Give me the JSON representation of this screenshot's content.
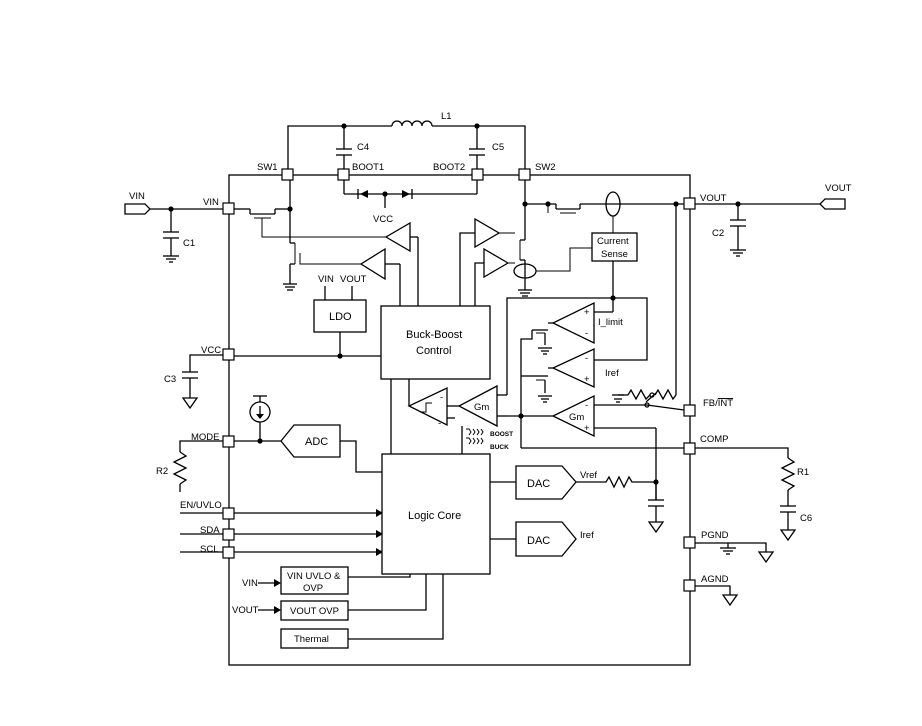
{
  "labels": {
    "vin_ext": "VIN",
    "vout_ext": "VOUT",
    "pin_vin": "VIN",
    "pin_vcc": "VCC",
    "pin_mode": "MODE",
    "pin_en": "EN/UVLO",
    "pin_sda": "SDA",
    "pin_scl": "SCL",
    "pin_sw1": "SW1",
    "pin_boot1": "BOOT1",
    "pin_boot2": "BOOT2",
    "pin_sw2": "SW2",
    "pin_vout": "VOUT",
    "pin_fb_prefix": "FB/",
    "pin_fb_over": "INT",
    "pin_comp": "COMP",
    "pin_pgnd": "PGND",
    "pin_agnd": "AGND",
    "l1": "L1",
    "c1": "C1",
    "c2": "C2",
    "c3": "C3",
    "c4": "C4",
    "c5": "C5",
    "c6": "C6",
    "r1": "R1",
    "r2": "R2",
    "vcc_internal": "VCC",
    "ldo": "LDO",
    "ldo_vin": "VIN",
    "ldo_vout": "VOUT",
    "buckboost_line1": "Buck-Boost",
    "buckboost_line2": "Control",
    "logic_core": "Logic Core",
    "adc": "ADC",
    "dac_vref": "DAC",
    "dac_iref": "DAC",
    "vref": "Vref",
    "iref_dac": "Iref",
    "iref_amp": "Iref",
    "i_limit": "I_limit",
    "gm_1": "Gm",
    "gm_2": "Gm",
    "current_sense_1": "Current",
    "current_sense_2": "Sense",
    "boost": "BOOST",
    "buck": "BUCK",
    "uvlo_line1": "VIN UVLO &",
    "uvlo_line2": "OVP",
    "vout_ovp": "VOUT OVP",
    "thermal": "Thermal",
    "uvlo_in": "VIN",
    "ovp_in": "VOUT",
    "plus": "+",
    "minus": "-"
  }
}
